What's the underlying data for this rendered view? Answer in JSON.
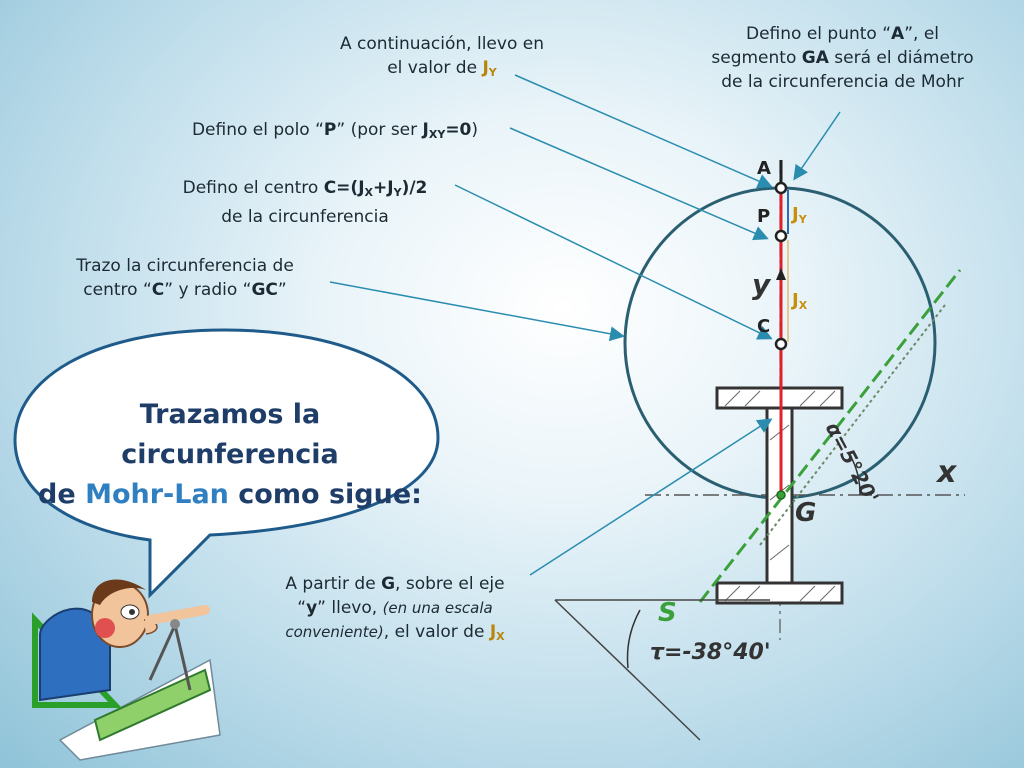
{
  "notes": {
    "continuacion": {
      "prefix": "A continuación, llevo en",
      "line2": "el valor de ",
      "var": "J",
      "sub": "Y"
    },
    "punto_a": {
      "l1a": "Defino el punto “",
      "l1b": "A",
      "l1c": "”, el",
      "l2a": "segmento ",
      "l2b": "GA",
      "l2c": " será el diámetro",
      "l3": "de la circunferencia de Mohr"
    },
    "polo": {
      "a": "Defino el polo “",
      "b": "P",
      "c": "” (por ser ",
      "d": "J",
      "sub": "XY",
      "e": "=0",
      "f": ")"
    },
    "centro": {
      "a": "Defino el centro ",
      "b": "C=(J",
      "sx": "X",
      "c": "+J",
      "sy": "Y",
      "d": ")/2",
      "l2": "de la circunferencia"
    },
    "trazo": {
      "l1": "Trazo la circunferencia de",
      "a": "centro “",
      "b": "C",
      "c": "” y radio “",
      "d": "GC",
      "e": "”"
    },
    "partir": {
      "a": "A partir de ",
      "b": "G",
      "c": ", sobre el eje",
      "d": "“",
      "e": "y",
      "f": "” llevo, ",
      "g": "(en una escala",
      "h": "conveniente)",
      "i": ", el valor de ",
      "j": "J",
      "sub": "X"
    }
  },
  "bubble": {
    "l1": "Trazamos la circunferencia",
    "l2a": "de ",
    "l2b": "Mohr-Lan",
    "l2c": " como sigue:"
  },
  "diagram": {
    "label_a": "A",
    "label_p": "P",
    "label_c": "C",
    "label_jy": "J",
    "label_jy_sub": "Y",
    "label_jx": "J",
    "label_jx_sub": "X",
    "label_y": "y",
    "label_x": "x",
    "label_g": "G",
    "label_s": "S",
    "angle_alpha": "α=5°20'",
    "angle_tau": "τ=-38°40'"
  },
  "colors": {
    "accent": "#b8860b",
    "red_axis": "#e0202a",
    "circle": "#2a5f72",
    "leader": "#2a8db0"
  }
}
